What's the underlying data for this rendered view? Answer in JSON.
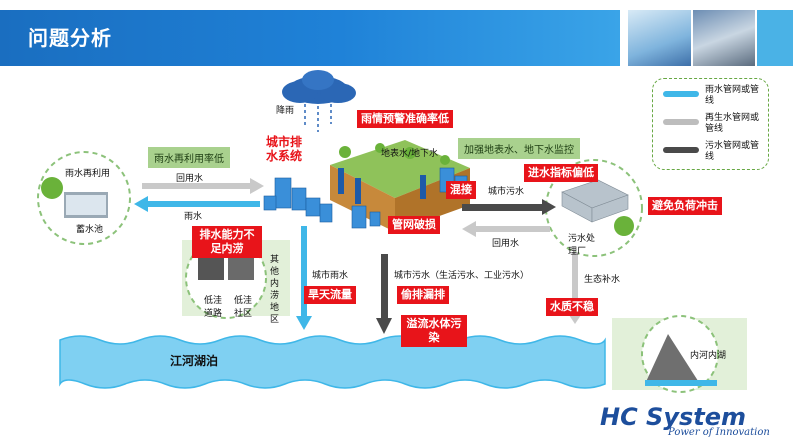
{
  "header": {
    "title": "问题分析"
  },
  "legend": {
    "items": [
      {
        "label": "雨水管网或管线",
        "color": "#3fb7e8"
      },
      {
        "label": "再生水管网或管线",
        "color": "#bdbdbd"
      },
      {
        "label": "污水管网或管线",
        "color": "#4a4a4a"
      }
    ]
  },
  "labels": {
    "rain": "降雨",
    "city_drainage": "城市排水系统",
    "warning": "雨情预警准确率低",
    "surface_ground": "地表水/地下水",
    "monitor": "加强地表水、地下水监控",
    "reuse_rate": "雨水再利用率低",
    "reuse_circle": "雨水再利用",
    "reservoir": "蓄水池",
    "reuse_water": "回用水",
    "rainwater": "雨水",
    "mixing": "混接",
    "city_sewage_short": "城市污水",
    "inflow_low": "进水指标偏低",
    "avoid_impact": "避免负荷冲击",
    "pipe_damage": "管网破损",
    "reuse_water_2": "回用水",
    "plant": "污水处理厂",
    "drain_capacity": "排水能力不足内涝",
    "waterlog_road": "低洼道路",
    "waterlog_community": "低洼社区",
    "other_waterlog": "其他内涝地区",
    "city_rain": "城市雨水",
    "dry_flow": "旱天流量",
    "city_sewage_long": "城市污水（生活污水、工业污水）",
    "illegal_discharge": "偷排漏排",
    "ecological": "生态补水",
    "quality_unstable": "水质不稳",
    "overflow": "溢流水体污染",
    "lake": "江河湖泊",
    "inner_lake": "内河内湖"
  },
  "brand": {
    "name": "HC System",
    "tagline": "Power of Innovation"
  },
  "colors": {
    "header": "#1f82d8",
    "accent_red": "#e8141a",
    "green_box": "#a9d18e",
    "rain_pipe": "#3fb7e8",
    "reuse_pipe": "#bdbdbd",
    "sewage_pipe": "#4a4a4a"
  }
}
